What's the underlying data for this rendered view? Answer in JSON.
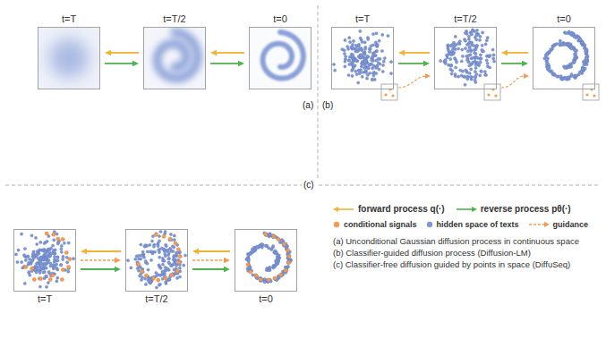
{
  "diagram": {
    "nodes": [
      {
        "text": [
          "t=T"
        ]
      },
      {
        "text": [
          "t=T/2"
        ]
      },
      {
        "text": [
          "t=0"
        ]
      },
      {
        "text": [
          "t=T"
        ]
      },
      {
        "text": [
          "t=T/2"
        ]
      },
      {
        "text": [
          "t=0"
        ]
      },
      {
        "text": [
          "t=T"
        ]
      },
      {
        "text": [
          "t=T/2"
        ]
      },
      {
        "text": [
          "t=0"
        ]
      }
    ],
    "edges": [
      {
        "from": 1,
        "to": 0,
        "arrow": "to"
      },
      {
        "from": 0,
        "to": 1,
        "arrow": "to"
      },
      {
        "from": 2,
        "to": 1,
        "arrow": "to"
      },
      {
        "from": 1,
        "to": 2,
        "arrow": "to"
      },
      {
        "from": 4,
        "to": 3,
        "arrow": "to"
      },
      {
        "from": 3,
        "to": 4,
        "arrow": "to"
      },
      {
        "from": 5,
        "to": 4,
        "arrow": "to"
      },
      {
        "from": 4,
        "to": 5,
        "arrow": "to"
      },
      {
        "from": 7,
        "to": 6,
        "arrow": "to"
      },
      {
        "from": 6,
        "to": 7,
        "arrow": "to"
      },
      {
        "from": 6,
        "to": 7,
        "arrow": "to"
      },
      {
        "from": 8,
        "to": 7,
        "arrow": "to"
      },
      {
        "from": 7,
        "to": 8,
        "arrow": "to"
      },
      {
        "from": 7,
        "to": 8,
        "arrow": "to"
      }
    ],
    "labels": [
      "(a)",
      "(b)",
      "(c)",
      "(a) Unconditional Gaussian diffusion process in continuous space",
      "(b) Classifier-guided diffusion process (Diffusion-LM)",
      "(c) Classifier-free diffusion guided by points in space (DiffuSeq)"
    ],
    "legend": [
      {
        "text": "forward process q(·)"
      },
      {
        "text": "reverse process pθ(·)"
      },
      {
        "text": "conditional signals",
        "color": "#f39c4f"
      },
      {
        "text": "hidden space of texts",
        "color": "#7f97d6"
      },
      {
        "text": "guidance"
      }
    ]
  }
}
